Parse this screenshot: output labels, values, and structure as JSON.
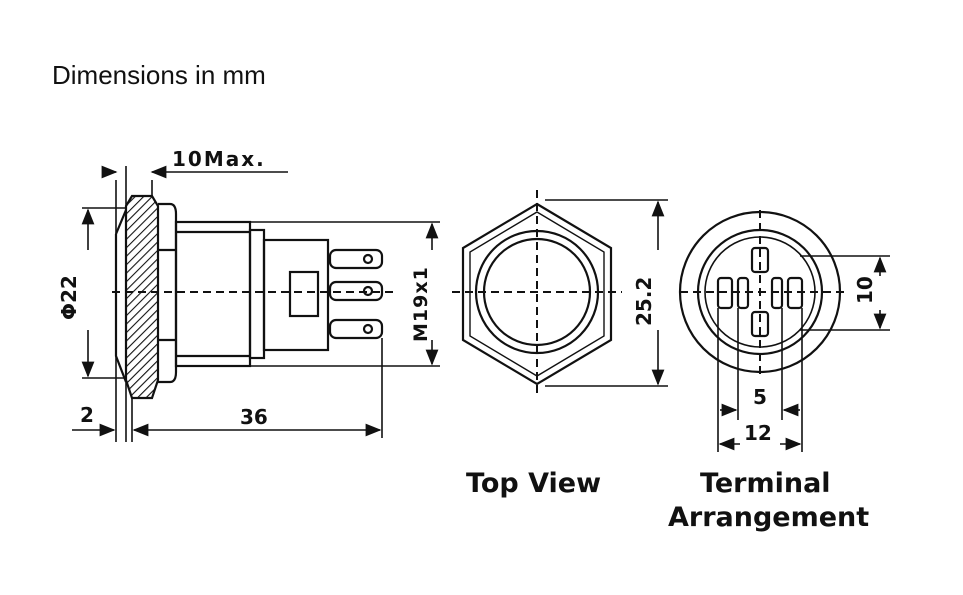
{
  "title": "Dimensions in mm",
  "side_view": {
    "dim_front_length": "10Max.",
    "dim_diameter": "Φ22",
    "dim_bezel": "2",
    "dim_body_length": "36",
    "dim_thread": "M19x1"
  },
  "top_view": {
    "dim_hex": "25.2",
    "caption": "Top View"
  },
  "terminal_view": {
    "dim_height": "10",
    "dim_inner": "5",
    "dim_outer": "12",
    "caption_line1": "Terminal",
    "caption_line2": "Arrangement"
  },
  "colors": {
    "line": "#111111",
    "background": "#ffffff"
  }
}
